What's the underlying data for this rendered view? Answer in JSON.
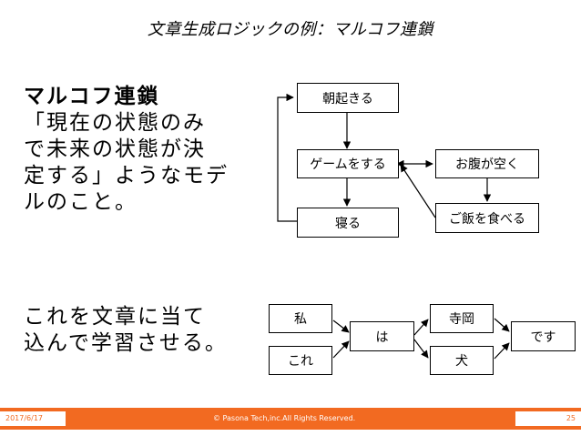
{
  "title": "文章生成ロジックの例：マルコフ連鎖",
  "block1": {
    "heading": "マルコフ連鎖",
    "lines": [
      "「現在の状態のみ",
      "で未来の状態が決",
      "定する」ようなモデ",
      "ルのこと。"
    ]
  },
  "block2": {
    "lines": [
      "これを文章に当て",
      "込んで学習させる。"
    ]
  },
  "diagram1": {
    "nodes": {
      "wake": "朝起きる",
      "game": "ゲームをする",
      "sleep": "寝る",
      "hungry": "お腹が空く",
      "eat": "ご飯を食べる"
    }
  },
  "diagram2": {
    "nodes": {
      "watashi": "私",
      "kore": "これ",
      "wa": "は",
      "teraoka": "寺岡",
      "inu": "犬",
      "desu": "です"
    }
  },
  "footer": {
    "date": "2017/6/17",
    "copyright": "© Pasona Tech,inc.All Rights Reserved.",
    "page": "25"
  },
  "colors": {
    "footer_bar": "#f26a21"
  }
}
